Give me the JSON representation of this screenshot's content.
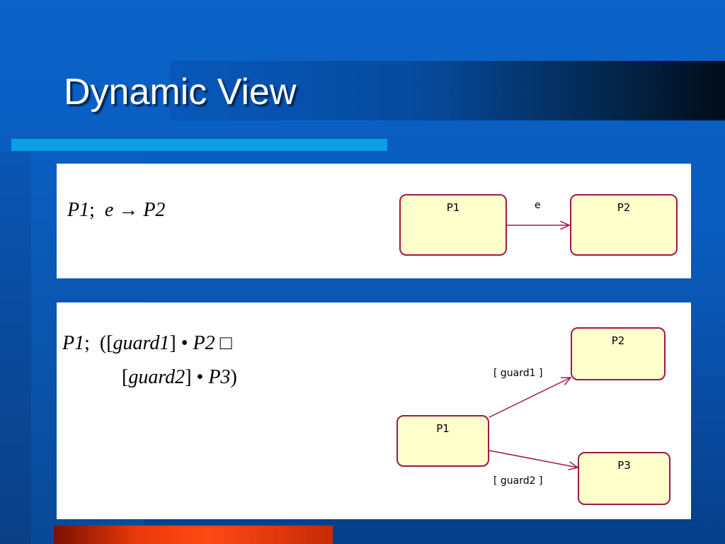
{
  "slide": {
    "title": "Dynamic View",
    "colors": {
      "background": "#0a5bbd",
      "accent_line": "#0ba0e6",
      "bottom_bar": "#ff4a14",
      "state_fill": "#ffffcc",
      "state_border": "#a01848"
    }
  },
  "diagram1": {
    "formula": {
      "p1": "P1",
      "sep": ";",
      "event": "e",
      "arrow": "→",
      "p2": "P2"
    },
    "states": [
      {
        "id": "P1",
        "label": "P1"
      },
      {
        "id": "P2",
        "label": "P2"
      }
    ],
    "transitions": [
      {
        "from": "P1",
        "to": "P2",
        "label": "e"
      }
    ]
  },
  "diagram2": {
    "formula": {
      "line1": {
        "p1": "P1",
        "sep": ";",
        "open": "([",
        "guard": "guard1",
        "close": "]",
        "dot": "•",
        "target": "P2",
        "choice": "□"
      },
      "line2": {
        "open": "[",
        "guard": "guard2",
        "close": "]",
        "dot": "•",
        "target": "P3",
        "end": ")"
      }
    },
    "states": [
      {
        "id": "P1",
        "label": "P1"
      },
      {
        "id": "P2",
        "label": "P2"
      },
      {
        "id": "P3",
        "label": "P3"
      }
    ],
    "transitions": [
      {
        "from": "P1",
        "to": "P2",
        "label": "[ guard1 ]"
      },
      {
        "from": "P1",
        "to": "P3",
        "label": "[ guard2 ]"
      }
    ]
  }
}
